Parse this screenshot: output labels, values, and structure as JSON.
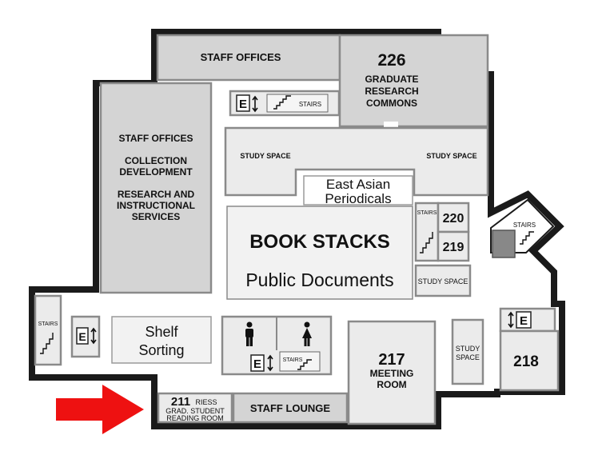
{
  "map": {
    "rooms": {
      "staff_offices_top": "STAFF OFFICES",
      "room_226_number": "226",
      "room_226_line1": "GRADUATE",
      "room_226_line2": "RESEARCH",
      "room_226_line3": "COMMONS",
      "west_block_line1": "STAFF OFFICES",
      "west_block_line2": "COLLECTION",
      "west_block_line3": "DEVELOPMENT",
      "west_block_line4": "RESEARCH AND",
      "west_block_line5": "INSTRUCTIONAL",
      "west_block_line6": "SERVICES",
      "study_space_left": "STUDY SPACE",
      "study_space_right": "STUDY SPACE",
      "east_asian_line1": "East Asian",
      "east_asian_line2": "Periodicals",
      "book_stacks": "BOOK STACKS",
      "public_documents": "Public Documents",
      "room_220": "220",
      "room_219": "219",
      "study_space_small": "STUDY SPACE",
      "shelf_sorting_line1": "Shelf",
      "shelf_sorting_line2": "Sorting",
      "room_217_number": "217",
      "room_217_line1": "MEETING",
      "room_217_line2": "ROOM",
      "study_space_vertical_line1": "STUDY",
      "study_space_vertical_line2": "SPACE",
      "room_218": "218",
      "room_211_number": "211",
      "room_211_riess": "RIESS",
      "room_211_line2": "GRAD. STUDENT",
      "room_211_line3": "READING ROOM",
      "staff_lounge": "STAFF LOUNGE"
    },
    "stairs_label": "STAIRS",
    "elevator_letter": "E",
    "arrow_color": "#ee1111"
  }
}
